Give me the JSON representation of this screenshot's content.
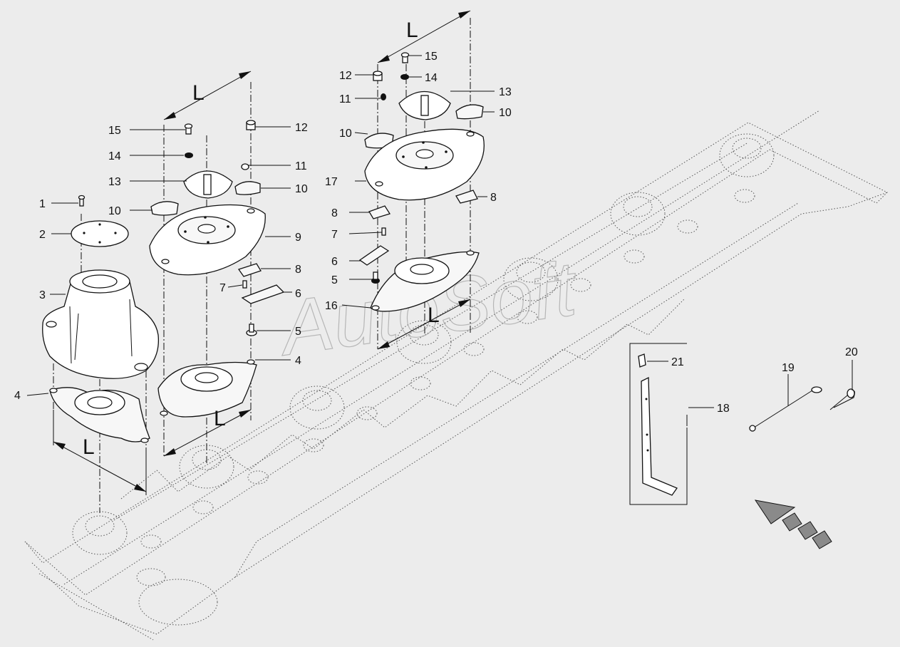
{
  "diagram": {
    "watermark": "AutoSoft",
    "dimension_label": "L",
    "callouts": [
      {
        "id": "c1",
        "text": "1"
      },
      {
        "id": "c2",
        "text": "2"
      },
      {
        "id": "c3",
        "text": "3"
      },
      {
        "id": "c4a",
        "text": "4"
      },
      {
        "id": "c4b",
        "text": "4"
      },
      {
        "id": "c5a",
        "text": "5"
      },
      {
        "id": "c5b",
        "text": "5"
      },
      {
        "id": "c6a",
        "text": "6"
      },
      {
        "id": "c6b",
        "text": "6"
      },
      {
        "id": "c7a",
        "text": "7"
      },
      {
        "id": "c7b",
        "text": "7"
      },
      {
        "id": "c8a",
        "text": "8"
      },
      {
        "id": "c8b",
        "text": "8"
      },
      {
        "id": "c8c",
        "text": "8"
      },
      {
        "id": "c9",
        "text": "9"
      },
      {
        "id": "c10a",
        "text": "10"
      },
      {
        "id": "c10b",
        "text": "10"
      },
      {
        "id": "c10c",
        "text": "10"
      },
      {
        "id": "c10d",
        "text": "10"
      },
      {
        "id": "c11a",
        "text": "11"
      },
      {
        "id": "c11b",
        "text": "11"
      },
      {
        "id": "c12a",
        "text": "12"
      },
      {
        "id": "c12b",
        "text": "12"
      },
      {
        "id": "c13a",
        "text": "13"
      },
      {
        "id": "c13b",
        "text": "13"
      },
      {
        "id": "c14a",
        "text": "14"
      },
      {
        "id": "c14b",
        "text": "14"
      },
      {
        "id": "c15a",
        "text": "15"
      },
      {
        "id": "c15b",
        "text": "15"
      },
      {
        "id": "c16",
        "text": "16"
      },
      {
        "id": "c17",
        "text": "17"
      },
      {
        "id": "c18",
        "text": "18"
      },
      {
        "id": "c19",
        "text": "19"
      },
      {
        "id": "c20",
        "text": "20"
      },
      {
        "id": "c21",
        "text": "21"
      }
    ]
  }
}
